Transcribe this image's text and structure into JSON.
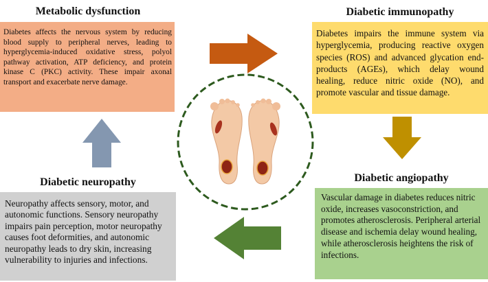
{
  "metabolic": {
    "title": "Metabolic dysfunction",
    "text": "Diabetes affects the nervous system by reducing blood supply to peripheral nerves, leading to hyperglycemia-induced oxidative stress, polyol pathway activation, ATP deficiency, and protein kinase C (PKC) activity. These impair axonal transport and exacerbate nerve damage."
  },
  "immunopathy": {
    "title": "Diabetic immunopathy",
    "text": "Diabetes impairs the immune system via hyperglycemia, producing reactive oxygen species (ROS) and advanced glycation end-products (AGEs), which delay wound healing, reduce nitric oxide (NO), and promote vascular and tissue damage."
  },
  "angiopathy": {
    "title": "Diabetic angiopathy",
    "text": "Vascular damage in diabetes reduces nitric oxide, increases vasoconstriction, and promotes atherosclerosis. Peripheral arterial disease and ischemia delay wound healing, while atherosclerosis heightens the risk of infections."
  },
  "neuropathy": {
    "title": "Diabetic neuropathy",
    "text": "Neuropathy affects sensory, motor, and autonomic functions. Sensory neuropathy impairs pain perception, motor neuropathy causes foot deformities, and autonomic neuropathy leads to dry skin, increasing vulnerability to injuries and infections."
  },
  "colors": {
    "metabolic_box": "#f3ad86",
    "immunopathy_box": "#fedb6d",
    "angiopathy_box": "#a9d18e",
    "neuropathy_box": "#d0d0d0",
    "arrow_right": "#c55a11",
    "arrow_down": "#bf9000",
    "arrow_left": "#548235",
    "arrow_up": "#8497b0",
    "circle_dash": "#2d5a1e"
  },
  "icons": {
    "center": "feet-ulcer-illustration"
  }
}
